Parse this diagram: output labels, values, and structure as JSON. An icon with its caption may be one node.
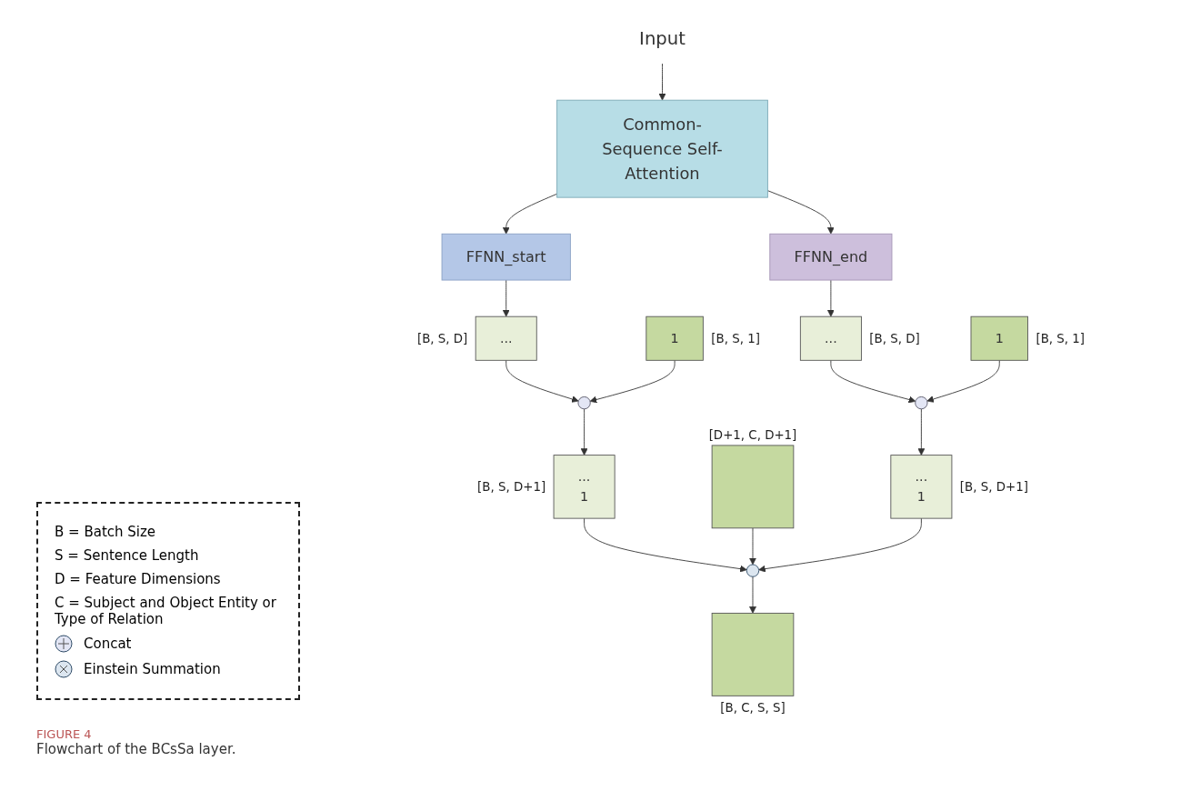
{
  "diagram": {
    "caption": "Flowchart of the BCsSa layer.",
    "nodes": [
      {
        "text": [
          "Input"
        ]
      },
      {
        "text": [
          "Common-Sequence Self-Attention"
        ]
      },
      {
        "text": [
          "FFNN_start"
        ]
      },
      {
        "text": [
          "FFNN_end"
        ]
      },
      {
        "text": [
          "..."
        ],
        "beside": [
          "[B, S, D]"
        ]
      },
      {
        "text": [
          "1"
        ],
        "beside": [
          "[B, S, 1]"
        ]
      },
      {
        "text": [],
        "shape": "circle"
      },
      {
        "text": [
          "...",
          "1"
        ],
        "beside": [
          "[B, S, D+1]"
        ]
      },
      {
        "text": [],
        "shape": "box",
        "beside": [
          "[D+1, C, D+1]"
        ]
      },
      {
        "text": [
          "..."
        ],
        "beside": [
          "[B, S, D]"
        ]
      },
      {
        "text": [
          "1"
        ],
        "beside": [
          "[B, S, 1]"
        ]
      },
      {
        "text": [],
        "shape": "circle"
      },
      {
        "text": [
          "...",
          "1"
        ],
        "beside": [
          "[B, S, D+1]"
        ]
      },
      {
        "text": [],
        "shape": "circle"
      },
      {
        "text": [],
        "shape": "box",
        "beside": [
          "[B, C, S, S]"
        ]
      }
    ],
    "edges": [
      {
        "from": 0,
        "to": 1,
        "arrow": "to"
      },
      {
        "from": 1,
        "to": 2,
        "arrow": "to"
      },
      {
        "from": 1,
        "to": 3,
        "arrow": "to"
      },
      {
        "from": 2,
        "to": 4,
        "arrow": "to"
      },
      {
        "from": 4,
        "to": 6,
        "arrow": "to"
      },
      {
        "from": 5,
        "to": 6,
        "arrow": "to"
      },
      {
        "from": 6,
        "to": 7,
        "arrow": "to"
      },
      {
        "from": 3,
        "to": 9,
        "arrow": "to"
      },
      {
        "from": 9,
        "to": 11,
        "arrow": "to"
      },
      {
        "from": 10,
        "to": 11,
        "arrow": "to"
      },
      {
        "from": 11,
        "to": 12,
        "arrow": "to"
      },
      {
        "from": 7,
        "to": 13,
        "arrow": "to"
      },
      {
        "from": 8,
        "to": 13,
        "arrow": "to"
      },
      {
        "from": 12,
        "to": 13,
        "arrow": "to"
      },
      {
        "from": 13,
        "to": 14,
        "arrow": "to"
      }
    ],
    "labels": [
      "B = Batch Size",
      "S = Sentence Length",
      "D = Feature Dimensions",
      "C = Subject and Object Entity or Type of Relation",
      "FIGURE 4"
    ],
    "legend": [
      {
        "text": "Concat"
      },
      {
        "text": "Einstein Summation"
      }
    ]
  }
}
